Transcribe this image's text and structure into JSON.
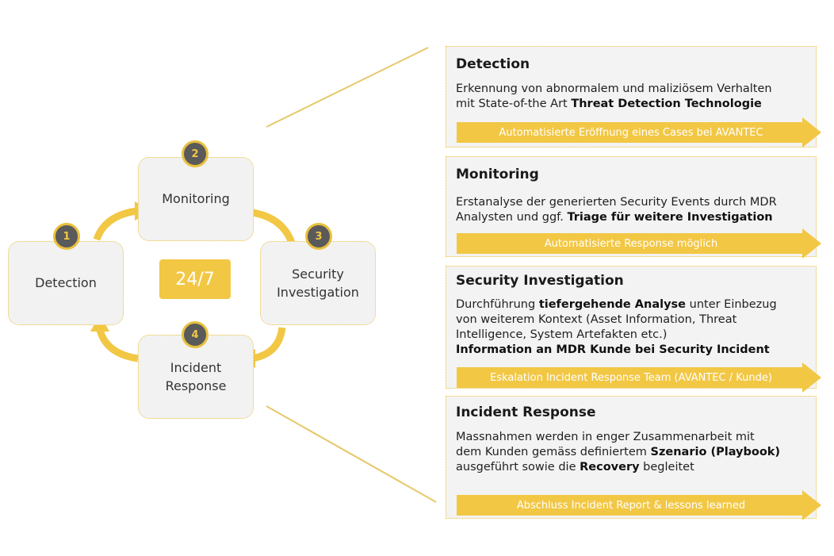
{
  "cycle": {
    "center_label": "24/7",
    "nodes": [
      {
        "number": "1",
        "label": "Detection"
      },
      {
        "number": "2",
        "label": "Monitoring"
      },
      {
        "number": "3",
        "label_line1": "Security",
        "label_line2": "Investigation"
      },
      {
        "number": "4",
        "label_line1": "Incident",
        "label_line2": "Response"
      }
    ]
  },
  "colors": {
    "accent": "#f2c744",
    "badge": "#5a5a5a",
    "node_bg": "#f2f2f2",
    "panel_bg": "#f3f3f3",
    "connector": "#e6c86a"
  },
  "panels": [
    {
      "title": "Detection",
      "line1": "Erkennung von abnormalem und maliziösem Verhalten",
      "line2_pre": "mit State-of-the Art ",
      "line2_bold": "Threat Detection Technologie",
      "arrow": "Automatisierte Eröffnung eines Cases bei AVANTEC"
    },
    {
      "title": "Monitoring",
      "line1": "Erstanalyse der generierten Security Events durch MDR",
      "line2_pre": "Analysten und ggf. ",
      "line2_bold": "Triage für weitere Investigation",
      "arrow": "Automatisierte Response möglich"
    },
    {
      "title": "Security Investigation",
      "line1_pre": "Durchführung ",
      "line1_bold": "tiefergehende Analyse",
      "line1_post": " unter Einbezug",
      "line2": "von weiterem Kontext (Asset Information, Threat",
      "line3": "Intelligence, System Artefakten etc.)",
      "line4_bold": "Information an MDR Kunde bei Security Incident",
      "arrow": "Eskalation Incident Response Team (AVANTEC / Kunde)"
    },
    {
      "title": "Incident Response",
      "line1": "Massnahmen werden in enger Zusammenarbeit mit",
      "line2_pre": "dem Kunden gemäss definiertem ",
      "line2_bold": "Szenario (Playbook)",
      "line3_pre": "ausgeführt sowie die ",
      "line3_bold": "Recovery",
      "line3_post": " begleitet",
      "arrow": "Abschluss Incident Report & lessons learned"
    }
  ]
}
